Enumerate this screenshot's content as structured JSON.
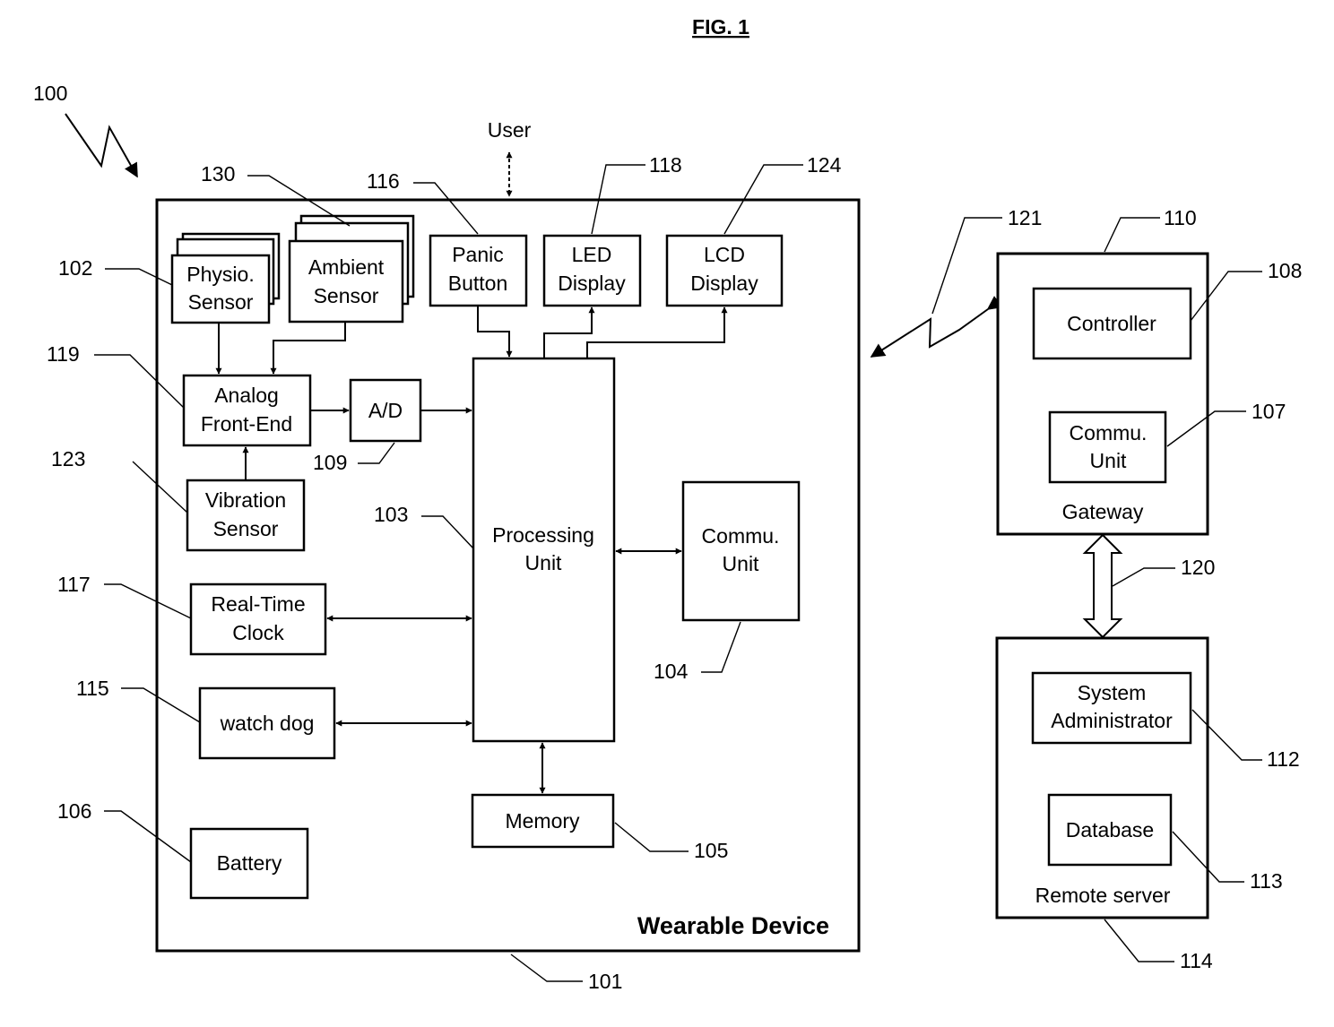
{
  "figure_title": "FIG. 1",
  "system_ref": "100",
  "user_label": "User",
  "wearable_device": {
    "title": "Wearable Device",
    "ref": "101",
    "components": {
      "physio_sensor": {
        "line1": "Physio.",
        "line2": "Sensor",
        "ref": "102"
      },
      "ambient_sensor": {
        "line1": "Ambient",
        "line2": "Sensor",
        "ref": "130"
      },
      "panic_button": {
        "line1": "Panic",
        "line2": "Button",
        "ref": "116"
      },
      "led_display": {
        "line1": "LED",
        "line2": "Display",
        "ref": "118"
      },
      "lcd_display": {
        "line1": "LCD",
        "line2": "Display",
        "ref": "124"
      },
      "analog_front_end": {
        "line1": "Analog",
        "line2": "Front-End",
        "ref": "119"
      },
      "ad_converter": {
        "label": "A/D",
        "ref": "109"
      },
      "vibration_sensor": {
        "line1": "Vibration",
        "line2": "Sensor",
        "ref": "123"
      },
      "processing_unit": {
        "line1": "Processing",
        "line2": "Unit",
        "ref": "103"
      },
      "commu_unit": {
        "line1": "Commu.",
        "line2": "Unit",
        "ref": "104"
      },
      "real_time_clock": {
        "line1": "Real-Time",
        "line2": "Clock",
        "ref": "117"
      },
      "watch_dog": {
        "label": "watch dog",
        "ref": "115"
      },
      "memory": {
        "label": "Memory",
        "ref": "105"
      },
      "battery": {
        "label": "Battery",
        "ref": "106"
      }
    }
  },
  "wireless_link_ref": "121",
  "gateway": {
    "title": "Gateway",
    "ref": "110",
    "controller": {
      "label": "Controller",
      "ref": "108"
    },
    "commu_unit": {
      "line1": "Commu.",
      "line2": "Unit",
      "ref": "107"
    }
  },
  "network_link_ref": "120",
  "remote_server": {
    "title": "Remote server",
    "ref": "114",
    "system_admin": {
      "line1": "System",
      "line2": "Administrator",
      "ref": "112"
    },
    "database": {
      "label": "Database",
      "ref": "113"
    }
  }
}
